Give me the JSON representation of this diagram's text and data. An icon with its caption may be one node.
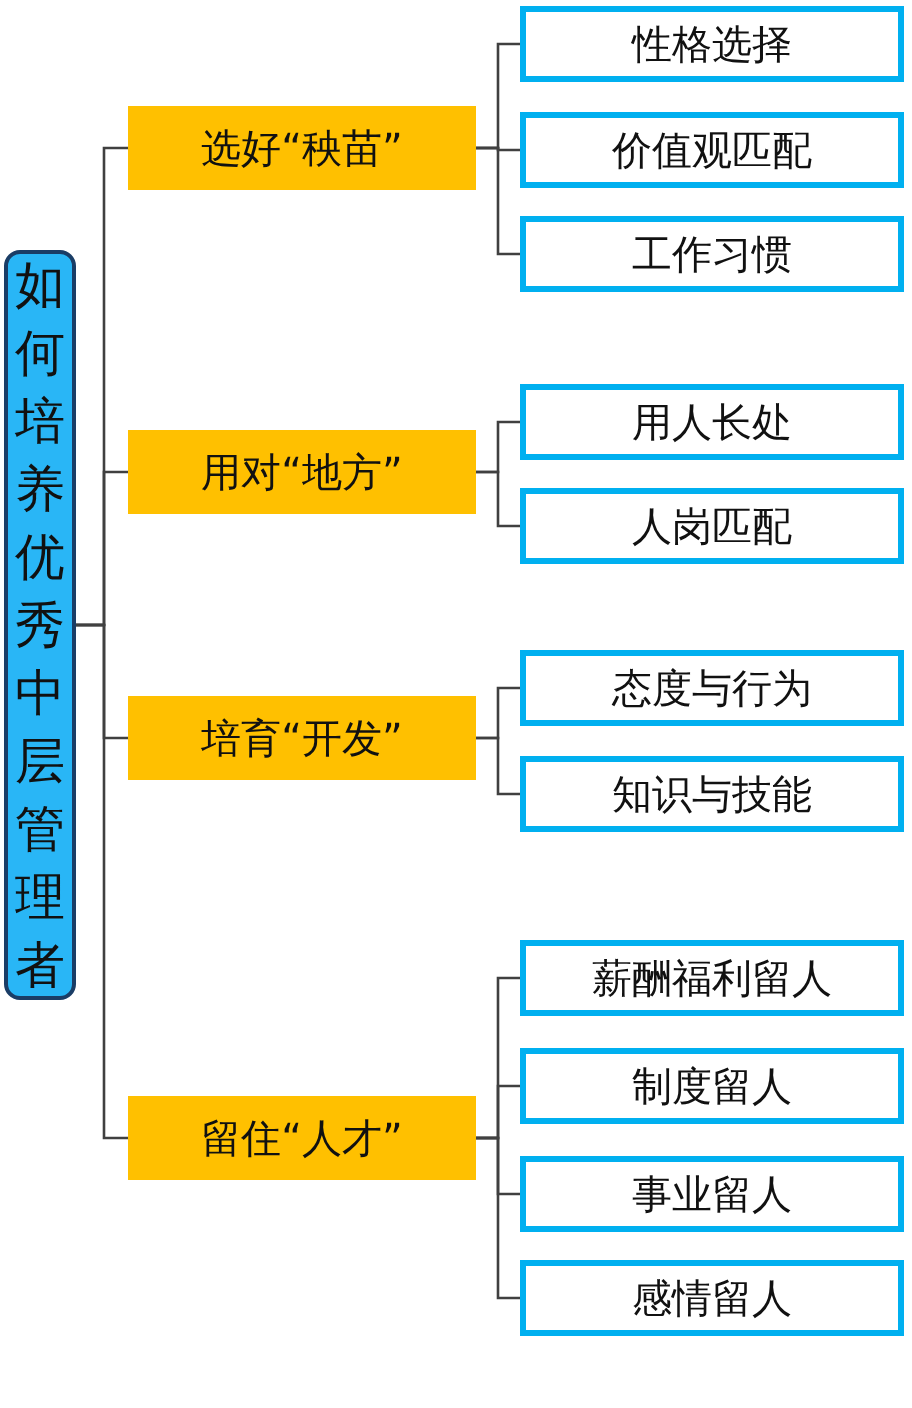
{
  "diagram": {
    "nodes": [
      {
        "text": [
          "如何培养优秀中层管理者"
        ]
      },
      {
        "text": [
          "选好“秧苗”"
        ]
      },
      {
        "text": [
          "性格选择"
        ]
      },
      {
        "text": [
          "价值观匹配"
        ]
      },
      {
        "text": [
          "工作习惯"
        ]
      },
      {
        "text": [
          "用对“地方”"
        ]
      },
      {
        "text": [
          "用人长处"
        ]
      },
      {
        "text": [
          "人岗匹配"
        ]
      },
      {
        "text": [
          "培育“开发”"
        ]
      },
      {
        "text": [
          "态度与行为"
        ]
      },
      {
        "text": [
          "知识与技能"
        ]
      },
      {
        "text": [
          "留住“人才”"
        ]
      },
      {
        "text": [
          "薪酬福利留人"
        ]
      },
      {
        "text": [
          "制度留人"
        ]
      },
      {
        "text": [
          "事业留人"
        ]
      },
      {
        "text": [
          "感情留人"
        ]
      }
    ],
    "edges": [
      {
        "from": 0,
        "to": 1,
        "arrow": "none"
      },
      {
        "from": 0,
        "to": 5,
        "arrow": "none"
      },
      {
        "from": 0,
        "to": 8,
        "arrow": "none"
      },
      {
        "from": 0,
        "to": 11,
        "arrow": "none"
      },
      {
        "from": 1,
        "to": 2,
        "arrow": "none"
      },
      {
        "from": 1,
        "to": 3,
        "arrow": "none"
      },
      {
        "from": 1,
        "to": 4,
        "arrow": "none"
      },
      {
        "from": 5,
        "to": 6,
        "arrow": "none"
      },
      {
        "from": 5,
        "to": 7,
        "arrow": "none"
      },
      {
        "from": 8,
        "to": 9,
        "arrow": "none"
      },
      {
        "from": 8,
        "to": 10,
        "arrow": "none"
      },
      {
        "from": 11,
        "to": 12,
        "arrow": "none"
      },
      {
        "from": 11,
        "to": 13,
        "arrow": "none"
      },
      {
        "from": 11,
        "to": 14,
        "arrow": "none"
      },
      {
        "from": 11,
        "to": 15,
        "arrow": "none"
      }
    ]
  }
}
